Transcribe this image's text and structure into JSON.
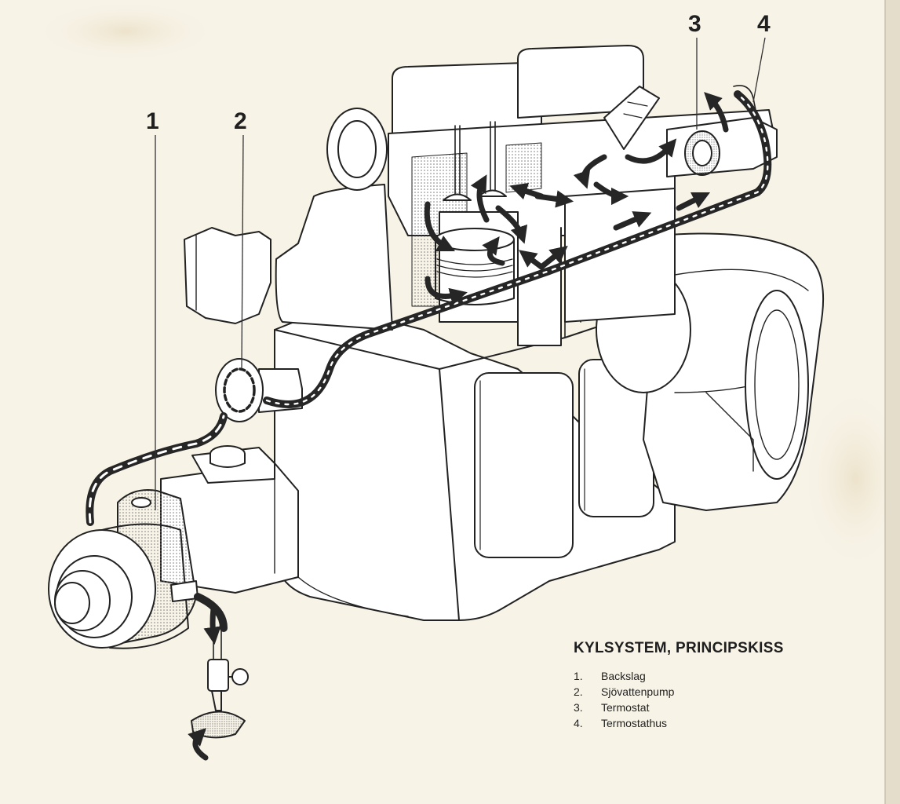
{
  "diagram": {
    "title": "KYLSYSTEM, PRINCIPSKISS",
    "callouts": [
      {
        "number": "1",
        "label": "Backslag"
      },
      {
        "number": "2",
        "label": "Sjövattenpump"
      },
      {
        "number": "3",
        "label": "Termostat"
      },
      {
        "number": "4",
        "label": "Termostathus"
      }
    ],
    "legend": [
      {
        "number": "1.",
        "label": "Backslag"
      },
      {
        "number": "2.",
        "label": "Sjövattenpump"
      },
      {
        "number": "3.",
        "label": "Termostat"
      },
      {
        "number": "4.",
        "label": "Termostathus"
      }
    ],
    "colors": {
      "paper": "#f7f3e7",
      "ink": "#1c1c1c",
      "hose": "#262626",
      "shading": "#8c8c8c"
    }
  }
}
